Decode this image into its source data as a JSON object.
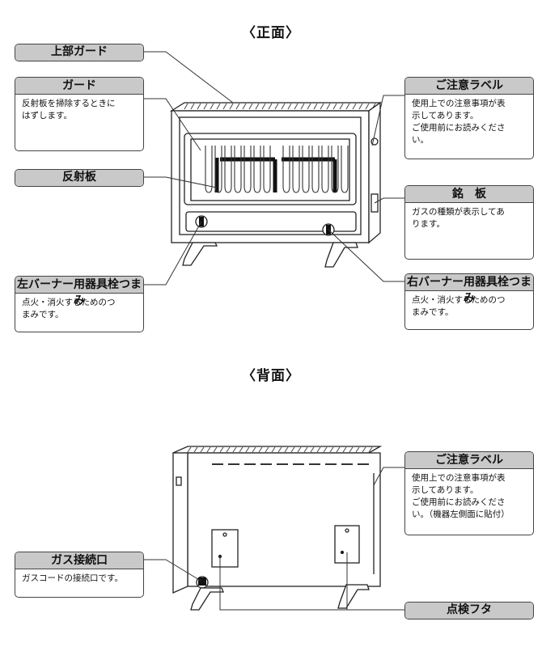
{
  "front": {
    "title": "〈正面〉",
    "labels": {
      "top_guard": {
        "title": "上部ガード"
      },
      "guard": {
        "title": "ガード",
        "desc": "反射板を掃除するときに\nはずします。"
      },
      "reflector": {
        "title": "反射板"
      },
      "left_knob": {
        "title": "左バーナー用器具栓つまみ",
        "desc": "点火・消火するためのつ\nまみです。"
      },
      "caution": {
        "title": "ご注意ラベル",
        "desc": "使用上での注意事項が表\n示してあります。\nご使用前にお読みくださ\nい。"
      },
      "nameplate": {
        "title": "銘　板",
        "desc": "ガスの種類が表示してあ\nります。"
      },
      "right_knob": {
        "title": "右バーナー用器具栓つまみ",
        "desc": "点火・消火するためのつ\nまみです。"
      }
    }
  },
  "back": {
    "title": "〈背面〉",
    "labels": {
      "caution": {
        "title": "ご注意ラベル",
        "desc": "使用上での注意事項が表\n示してあります。\nご使用前にお読みくださ\nい。（機器左側面に貼付）"
      },
      "gas_inlet": {
        "title": "ガス接続口",
        "desc": "ガスコードの接続口です。"
      },
      "inspection_cover": {
        "title": "点検フタ"
      }
    }
  }
}
